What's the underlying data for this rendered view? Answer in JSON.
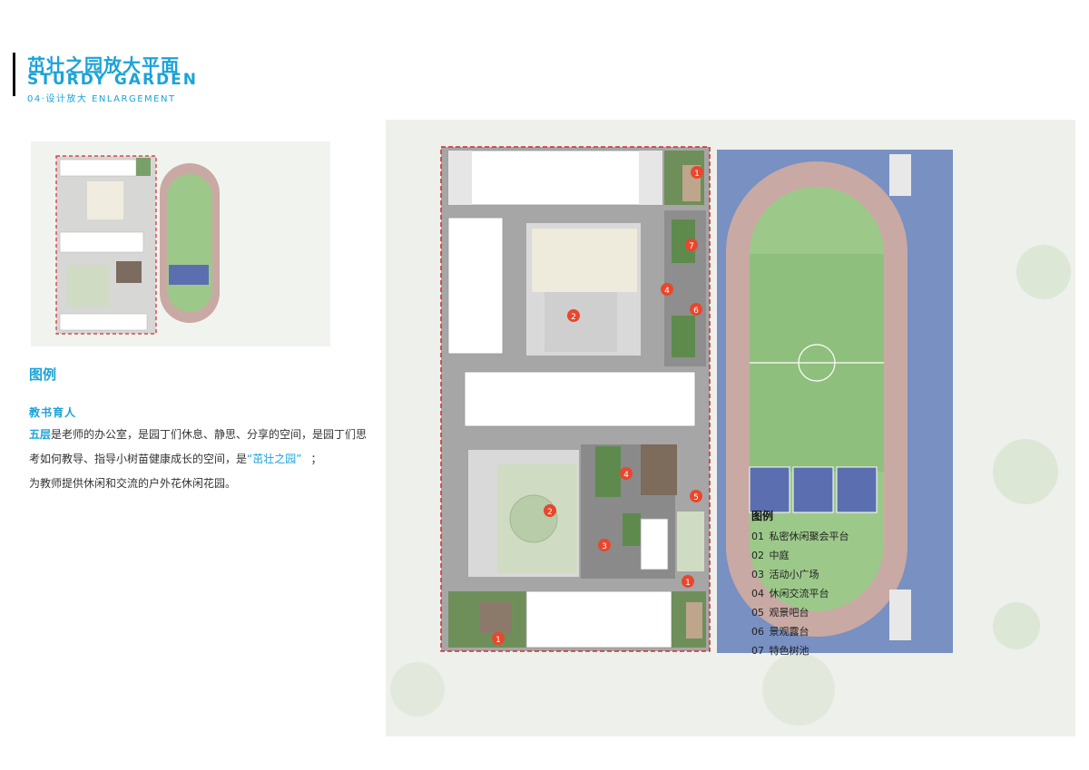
{
  "header": {
    "title_cn": "茁壮之园放大平面",
    "title_en": "STURDY GARDEN",
    "subtitle": "04·设计放大 ENLARGEMENT"
  },
  "legend": {
    "heading": "图例",
    "subheading": "教书育人",
    "line1_prefix": "五层",
    "line1_rest": "是老师的办公室，是园丁们休息、静思、分享的空间，是园丁们思",
    "line2_main": "考如何教导、指导小树苗健康成长的空间，是",
    "line2_quote": "“茁壮之园”",
    "line2_end": "；",
    "line3": "为教师提供休闲和交流的户外花休闲花园。"
  },
  "key": {
    "title": "图例",
    "items": [
      {
        "num": "01",
        "label": "私密休闲聚会平台"
      },
      {
        "num": "02",
        "label": "中庭"
      },
      {
        "num": "03",
        "label": "活动小广场"
      },
      {
        "num": "04",
        "label": "休闲交流平台"
      },
      {
        "num": "05",
        "label": "观景吧台"
      },
      {
        "num": "06",
        "label": "景观露台"
      },
      {
        "num": "07",
        "label": "特色树池"
      }
    ]
  },
  "markers": [
    "1",
    "7",
    "4",
    "6",
    "2",
    "4",
    "2",
    "3",
    "5",
    "1",
    "1"
  ],
  "colors": {
    "accent": "#1aa3d9",
    "marker": "#e8472d",
    "dashed_boundary": "#d42b2b",
    "track": "#c9a9a3",
    "field": "#9cc98a",
    "court": "#5b6fb0",
    "plaza": "#9a9a9a"
  }
}
